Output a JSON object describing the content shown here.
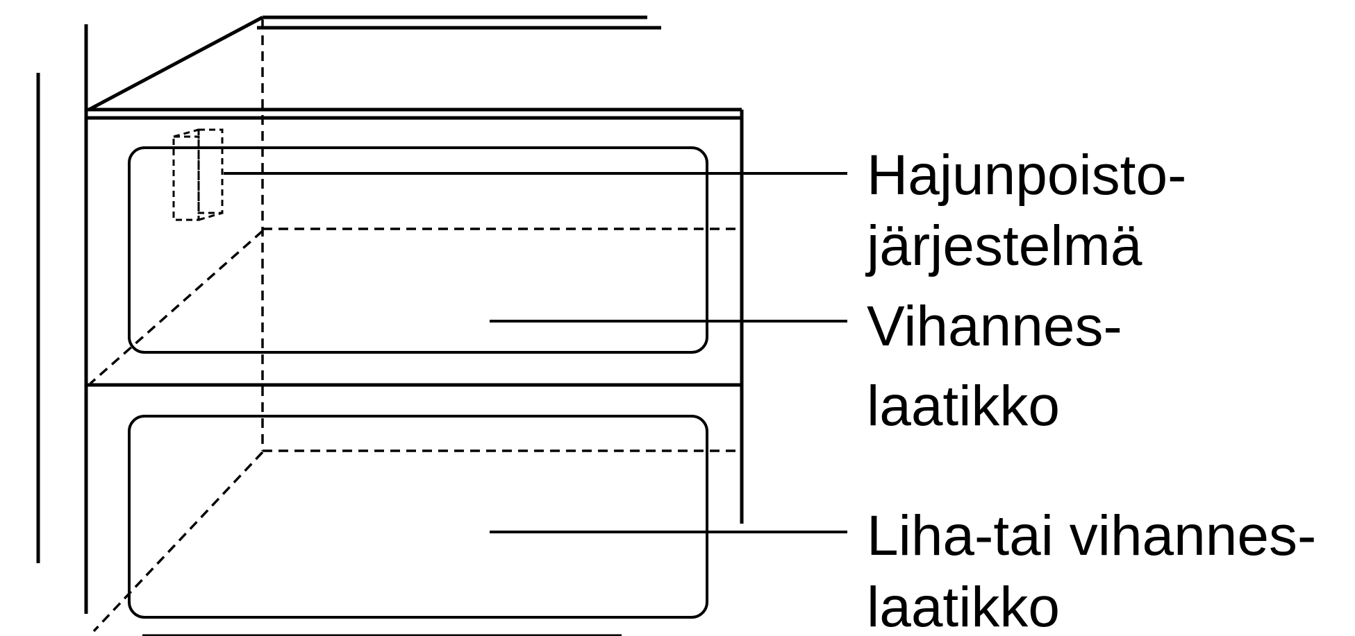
{
  "labels": {
    "odor": {
      "line1": "Hajunpoisto-",
      "line2": "järjestelmä"
    },
    "vegetable_drawer": {
      "line1": "Vihannes-",
      "line2": "laatikko"
    },
    "meat_or_vegetable_drawer": {
      "line1": "Liha-tai vihannes-",
      "line2": "laatikko"
    }
  },
  "colors": {
    "ink": "#000000",
    "background": "#ffffff"
  }
}
